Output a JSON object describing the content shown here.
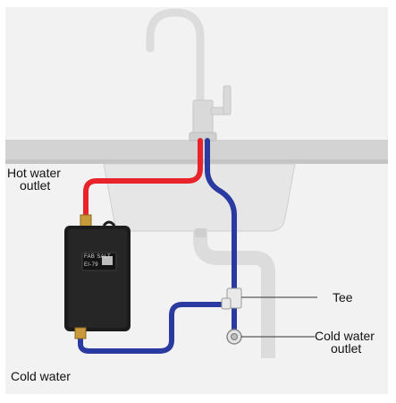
{
  "labels": {
    "hot_water_outlet": [
      "Hot water",
      "outlet"
    ],
    "tee": "Tee",
    "cold_water_outlet": [
      "Cold water",
      "outlet"
    ],
    "cold_water": "Cold water"
  },
  "heater": {
    "brand": "FAB SALT",
    "display": "EI-79"
  },
  "colors": {
    "hot_pipe": "#e8242a",
    "cold_pipe": "#2b3aa0",
    "heater_body": "#1c1c1c",
    "fitting": "#c89a3a",
    "counter": "#d6d6d6",
    "sink_basin": "#e4e4e4",
    "background_panel": "#ececec"
  },
  "icons": [
    "faucet-icon",
    "water-heater-icon",
    "tee-fitting-icon",
    "cold-water-valve-icon"
  ]
}
